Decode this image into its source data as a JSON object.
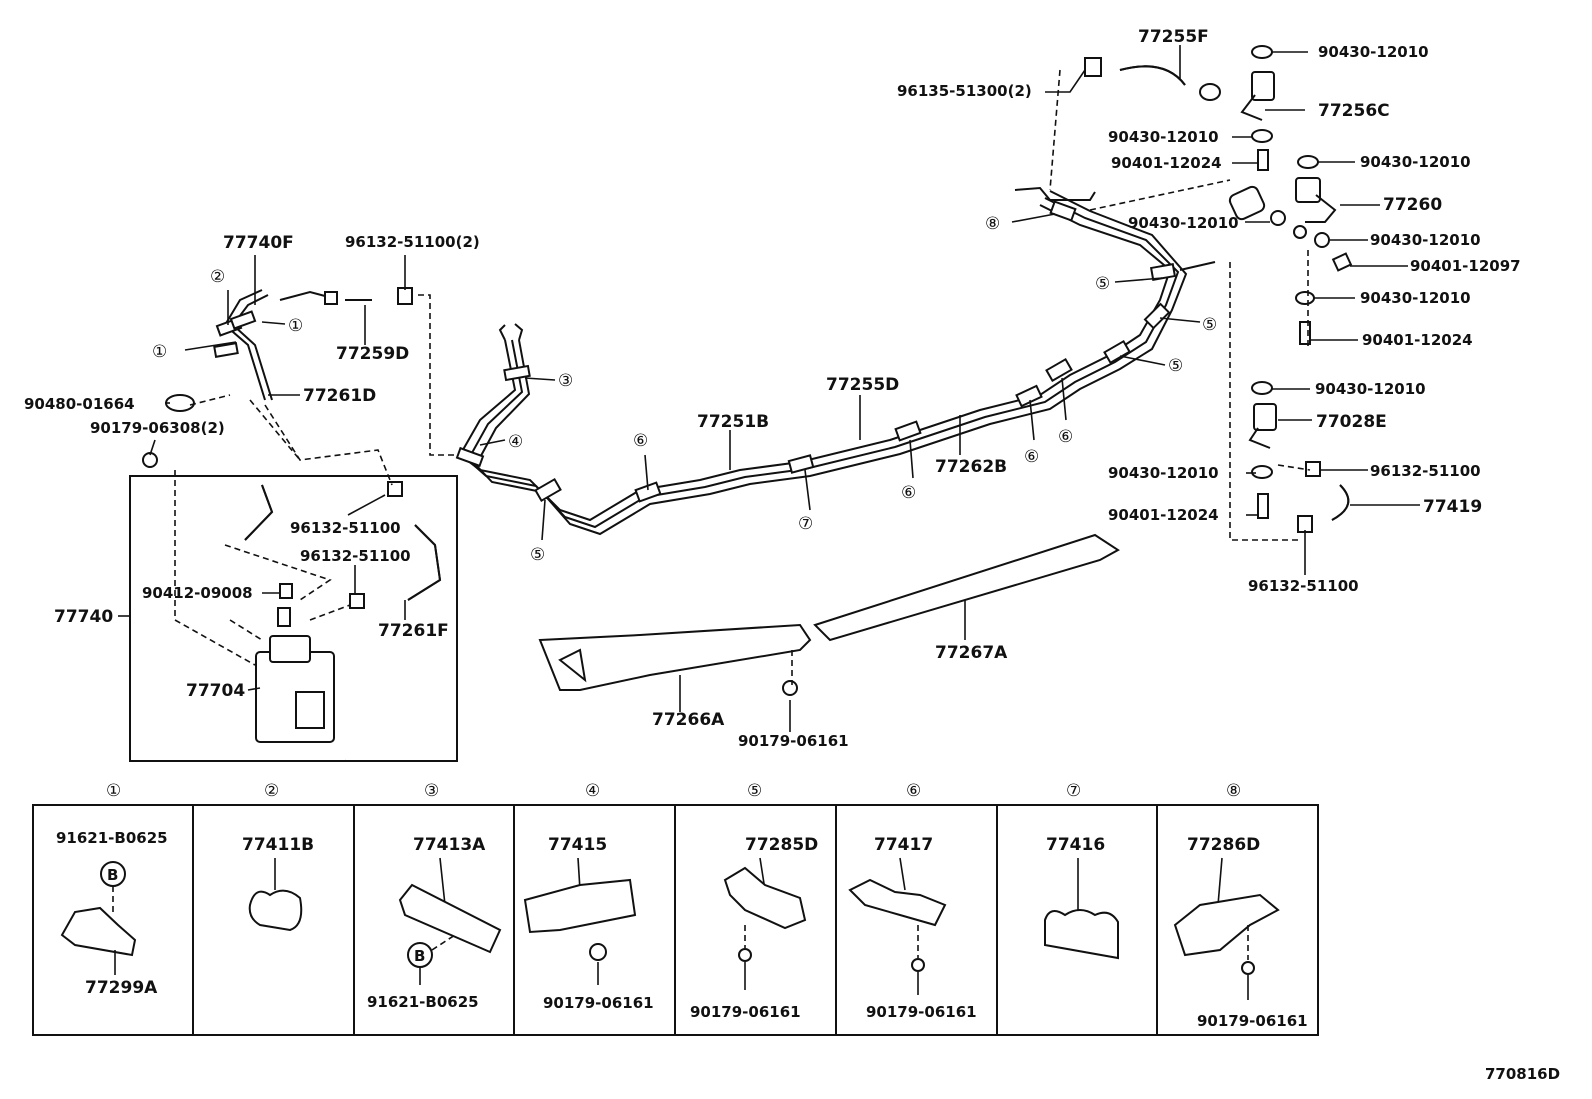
{
  "diagram_code": "770816D",
  "upper_labels": [
    {
      "id": "l-77255F",
      "text": "77255F"
    },
    {
      "id": "l-90430-a",
      "text": "90430-12010"
    },
    {
      "id": "l-96135",
      "text": "96135-51300(2)"
    },
    {
      "id": "l-77256C",
      "text": "77256C"
    },
    {
      "id": "l-90430-b",
      "text": "90430-12010"
    },
    {
      "id": "l-90401-a",
      "text": "90401-12024"
    },
    {
      "id": "l-90430-c",
      "text": "90430-12010"
    },
    {
      "id": "l-77260",
      "text": "77260"
    },
    {
      "id": "l-90430-d",
      "text": "90430-12010"
    },
    {
      "id": "l-90430-e",
      "text": "90430-12010"
    },
    {
      "id": "l-90401-b",
      "text": "90401-12097"
    },
    {
      "id": "l-90430-f",
      "text": "90430-12010"
    },
    {
      "id": "l-90401-c",
      "text": "90401-12024"
    },
    {
      "id": "l-90430-g",
      "text": "90430-12010"
    },
    {
      "id": "l-77028E",
      "text": "77028E"
    },
    {
      "id": "l-90430-h",
      "text": "90430-12010"
    },
    {
      "id": "l-96132-a",
      "text": "96132-51100"
    },
    {
      "id": "l-90401-d",
      "text": "90401-12024"
    },
    {
      "id": "l-77419",
      "text": "77419"
    },
    {
      "id": "l-96132-b",
      "text": "96132-51100"
    },
    {
      "id": "l-77740F",
      "text": "77740F"
    },
    {
      "id": "l-96132-c",
      "text": "96132-51100(2)"
    },
    {
      "id": "l-77259D",
      "text": "77259D"
    },
    {
      "id": "l-90480",
      "text": "90480-01664"
    },
    {
      "id": "l-77261D",
      "text": "77261D"
    },
    {
      "id": "l-90179-a",
      "text": "90179-06308(2)"
    },
    {
      "id": "l-96132-d",
      "text": "96132-51100"
    },
    {
      "id": "l-96132-e",
      "text": "96132-51100"
    },
    {
      "id": "l-90412",
      "text": "90412-09008"
    },
    {
      "id": "l-77740",
      "text": "77740"
    },
    {
      "id": "l-77261F",
      "text": "77261F"
    },
    {
      "id": "l-77704",
      "text": "77704"
    },
    {
      "id": "l-77255D",
      "text": "77255D"
    },
    {
      "id": "l-77251B",
      "text": "77251B"
    },
    {
      "id": "l-77262B",
      "text": "77262B"
    },
    {
      "id": "l-77267A",
      "text": "77267A"
    },
    {
      "id": "l-77266A",
      "text": "77266A"
    },
    {
      "id": "l-90179-b",
      "text": "90179-06161"
    }
  ],
  "callouts": {
    "c1": "①",
    "c2": "②",
    "c3": "③",
    "c4": "④",
    "c5": "⑤",
    "c6": "⑥",
    "c7": "⑦",
    "c8": "⑧"
  },
  "detail_panels": [
    {
      "num": "①",
      "part": "77299A",
      "sub": "91621-B0625",
      "marker": "B"
    },
    {
      "num": "②",
      "part": "77411B"
    },
    {
      "num": "③",
      "part": "77413A",
      "sub": "91621-B0625",
      "marker": "B"
    },
    {
      "num": "④",
      "part": "77415",
      "sub": "90179-06161"
    },
    {
      "num": "⑤",
      "part": "77285D",
      "sub": "90179-06161"
    },
    {
      "num": "⑥",
      "part": "77417",
      "sub": "90179-06161"
    },
    {
      "num": "⑦",
      "part": "77416"
    },
    {
      "num": "⑧",
      "part": "77286D",
      "sub": "90179-06161"
    }
  ]
}
